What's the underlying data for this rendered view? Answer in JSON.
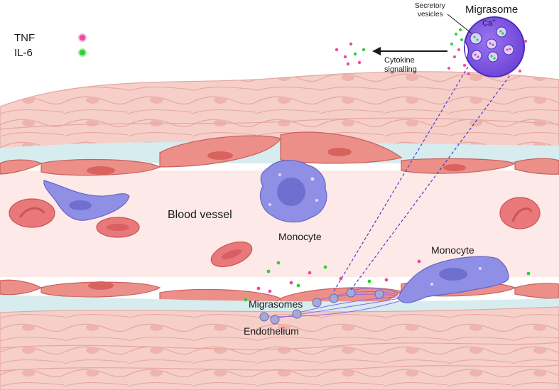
{
  "legend": {
    "items": [
      {
        "label": "TNF",
        "color": "#e94ba3"
      },
      {
        "label": "IL-6",
        "color": "#2fcf3a"
      }
    ]
  },
  "labels": {
    "blood_vessel": "Blood vessel",
    "monocyte_center": "Monocyte",
    "monocyte_right": "Monocyte",
    "migrasomes": "Migrasomes",
    "endothelium": "Endothelium",
    "migrasome_title": "Migrasome",
    "secretory_line1": "Secretory",
    "secretory_line2": "vesicles",
    "calcium": "Ca",
    "calcium_sup": "+",
    "cytokine_line1": "Cytokine",
    "cytokine_line2": "signalling"
  },
  "colors": {
    "smooth_muscle": "#f6cfc9",
    "smooth_muscle_edge": "#e4a7a0",
    "endothelial_cell": "#ec8f88",
    "endothelial_nucleus": "#d9625e",
    "lumen": "#fde9e7",
    "basement_gap": "#d7ecef",
    "red_blood_cell": "#e8787a",
    "monocyte": "#8f8fe6",
    "monocyte_nucleus": "#6f6fcf",
    "migrasome": "#7a4fe0",
    "migrasome_vesicle": "#d9d4fb"
  },
  "icons": [
    "monocyte-cell",
    "red-blood-cell",
    "migrasome-vesicle",
    "endothelial-cell",
    "retraction-fiber"
  ]
}
